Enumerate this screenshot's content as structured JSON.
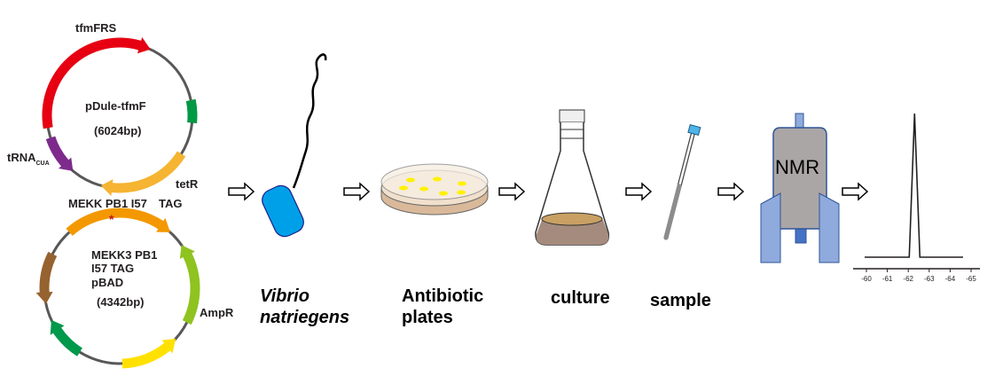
{
  "plasmid1": {
    "name": "pDule-tfmF",
    "size": "(6024bp)",
    "genes": {
      "tfmfrs": "tfmFRS",
      "trna": "tRNA",
      "trna_sub": "CUA",
      "tetr": "tetR"
    }
  },
  "plasmid2": {
    "insert_label_a": "MEKK PB1 I57",
    "insert_label_b": "TAG",
    "mutation_marker": "*",
    "name_line1": "MEKK3 PB1",
    "name_line2": "I57  TAG",
    "name_line3": "pBAD",
    "size": "(4342bp)",
    "genes": {
      "ampr": "AmpR"
    }
  },
  "steps": {
    "bacterium": {
      "line1": "Vibrio",
      "line2": "natriegens"
    },
    "plates": {
      "line1": "Antibiotic",
      "line2": "plates"
    },
    "culture": "culture",
    "sample": "sample",
    "nmr": "NMR"
  },
  "spectrum": {
    "ticks": [
      "-60",
      "-61",
      "-62",
      "-63",
      "-64",
      "-65"
    ],
    "peak_ppm": -62.3
  },
  "colors": {
    "tfmfrs": "#e60012",
    "trna": "#7d2a8c",
    "tetr": "#f5b431",
    "marker1": "#009944",
    "insert": "#f39800",
    "ampr": "#8fc31f",
    "yellow": "#ffe100",
    "green": "#00984a",
    "brown": "#96622f",
    "bacterium": "#00a0e9",
    "nmr_body": "#aba6a6",
    "nmr_side": "#8faadc"
  }
}
